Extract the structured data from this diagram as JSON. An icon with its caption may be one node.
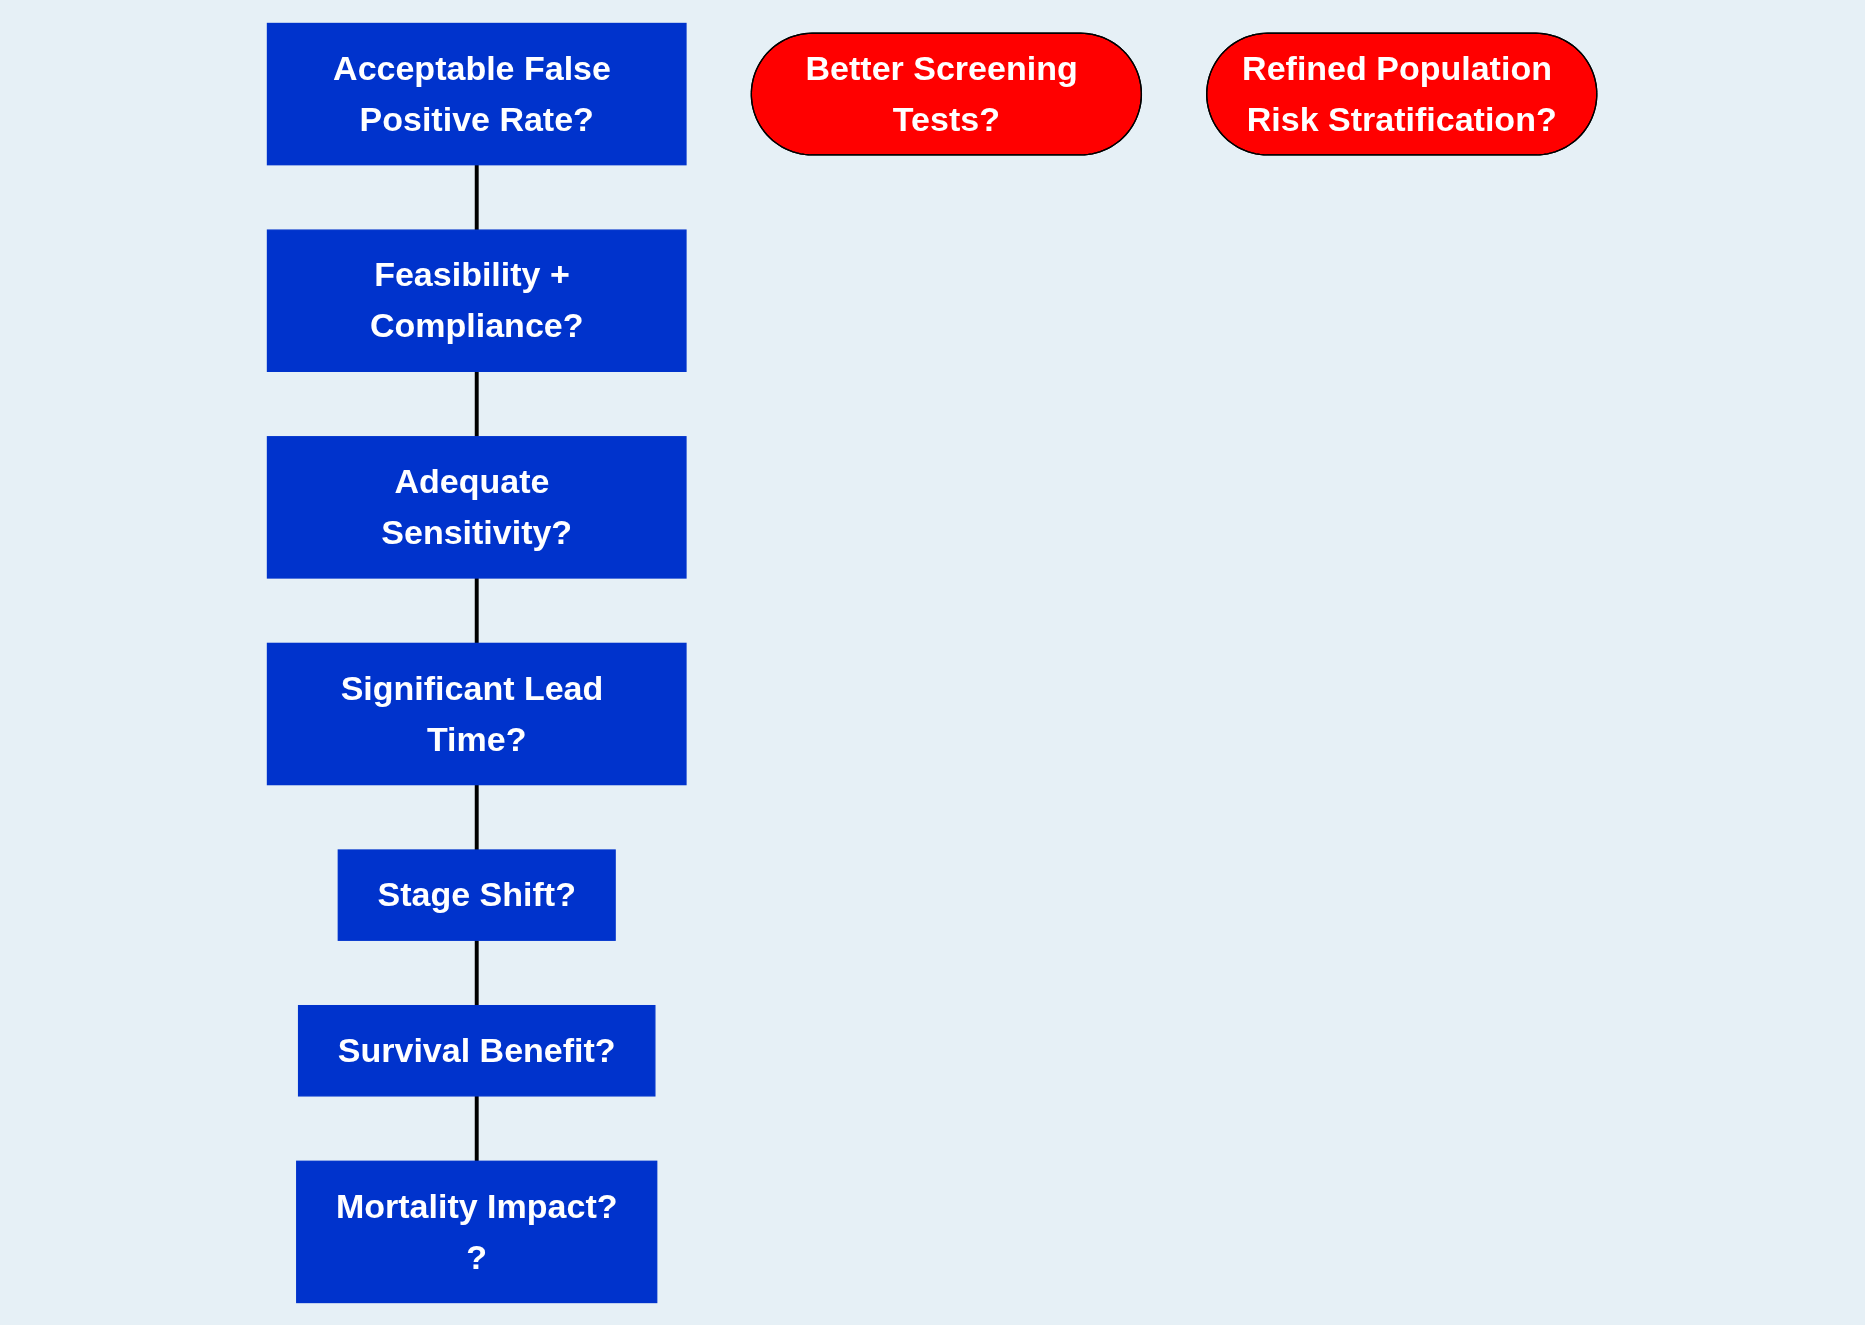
{
  "diagram": {
    "nodes": [
      {
        "text": [
          "Acceptable False Positive Rate?"
        ]
      },
      {
        "text": [
          "Feasibility + Compliance?"
        ]
      },
      {
        "text": [
          "Adequate Sensitivity?"
        ]
      },
      {
        "text": [
          "Significant Lead Time?"
        ]
      },
      {
        "text": [
          "Stage Shift?"
        ]
      },
      {
        "text": [
          "Survival Benefit?"
        ]
      },
      {
        "text": [
          "Mortality Impact?",
          "?"
        ]
      },
      {
        "text": [
          "Better Screening Tests?"
        ]
      },
      {
        "text": [
          "Refined Population Risk Stratification?"
        ]
      }
    ],
    "edges": [
      {
        "from": 0,
        "to": 1,
        "arrow": "none"
      },
      {
        "from": 1,
        "to": 2,
        "arrow": "none"
      },
      {
        "from": 2,
        "to": 3,
        "arrow": "none"
      },
      {
        "from": 3,
        "to": 4,
        "arrow": "none"
      },
      {
        "from": 4,
        "to": 5,
        "arrow": "none"
      },
      {
        "from": 5,
        "to": 6,
        "arrow": "none"
      }
    ]
  }
}
